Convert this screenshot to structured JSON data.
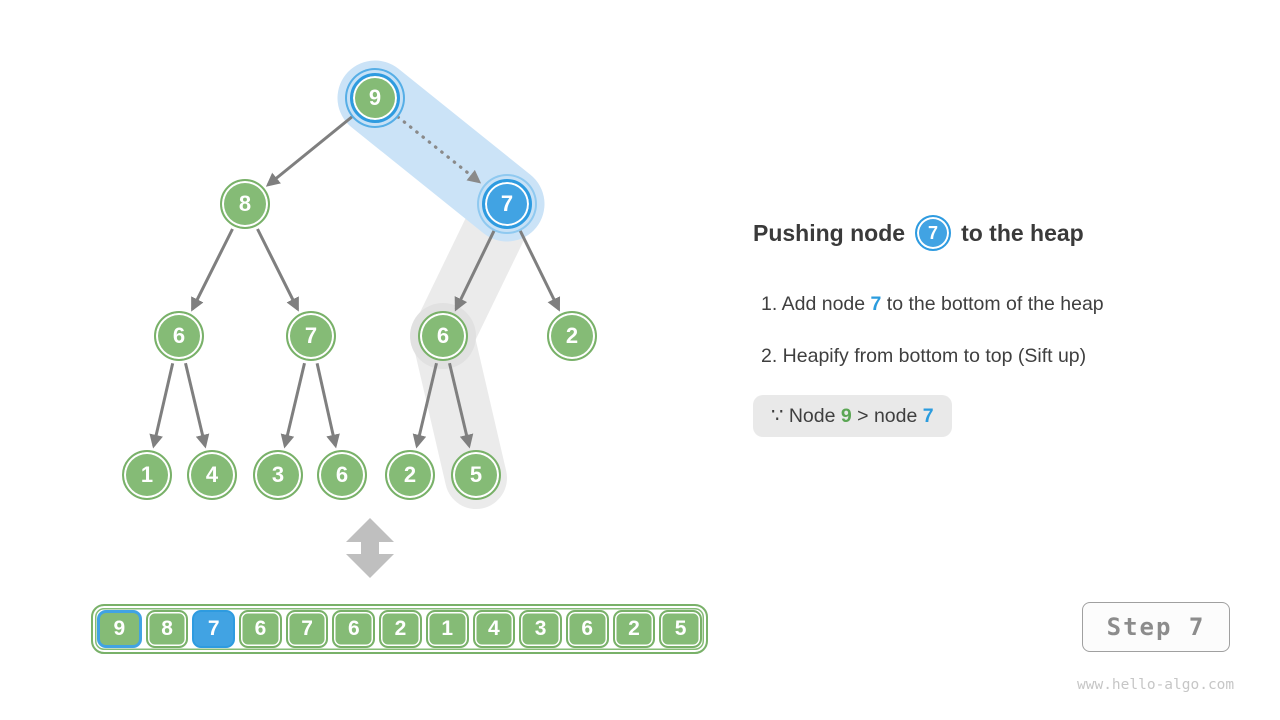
{
  "palette": {
    "node_green": "#85BB76",
    "node_green_border": "#79B169",
    "node_blue": "#41A3E3",
    "node_blue_border": "#2E9BE0",
    "band_blue": "#CBE3F7",
    "band_gray": "#EBEBEB",
    "edge_gray": "#7F7F7F",
    "text_dark": "#3A3A3A",
    "green_text": "#5BA654",
    "blue_text": "#2B9CDE",
    "note_bg": "#E9E9E9"
  },
  "title": {
    "prefix": "Pushing node",
    "badge": "7",
    "suffix": "to the heap"
  },
  "instructions": [
    {
      "prefix": "1. Add node ",
      "highlight": "7",
      "suffix": " to the bottom of the heap"
    },
    {
      "prefix": "2. Heapify from bottom to top (Sift up)",
      "highlight": "",
      "suffix": ""
    }
  ],
  "note": {
    "symbol": "∵",
    "prefix": " Node ",
    "green_value": "9",
    "middle": " > node ",
    "blue_value": "7"
  },
  "step_button": {
    "label": "Step 7"
  },
  "watermark": "www.hello-algo.com",
  "tree": {
    "nodes": [
      {
        "value": "9",
        "state": "compare-source"
      },
      {
        "value": "8",
        "state": "normal"
      },
      {
        "value": "7",
        "state": "pushed-node"
      },
      {
        "value": "6",
        "state": "normal"
      },
      {
        "value": "7",
        "state": "normal"
      },
      {
        "value": "6",
        "state": "sift-path"
      },
      {
        "value": "2",
        "state": "normal"
      },
      {
        "value": "1",
        "state": "normal"
      },
      {
        "value": "4",
        "state": "normal"
      },
      {
        "value": "3",
        "state": "normal"
      },
      {
        "value": "6",
        "state": "normal"
      },
      {
        "value": "2",
        "state": "normal"
      },
      {
        "value": "5",
        "state": "sift-path"
      }
    ]
  },
  "array": {
    "cells": [
      "9",
      "8",
      "7",
      "6",
      "7",
      "6",
      "2",
      "1",
      "4",
      "3",
      "6",
      "2",
      "5"
    ]
  }
}
